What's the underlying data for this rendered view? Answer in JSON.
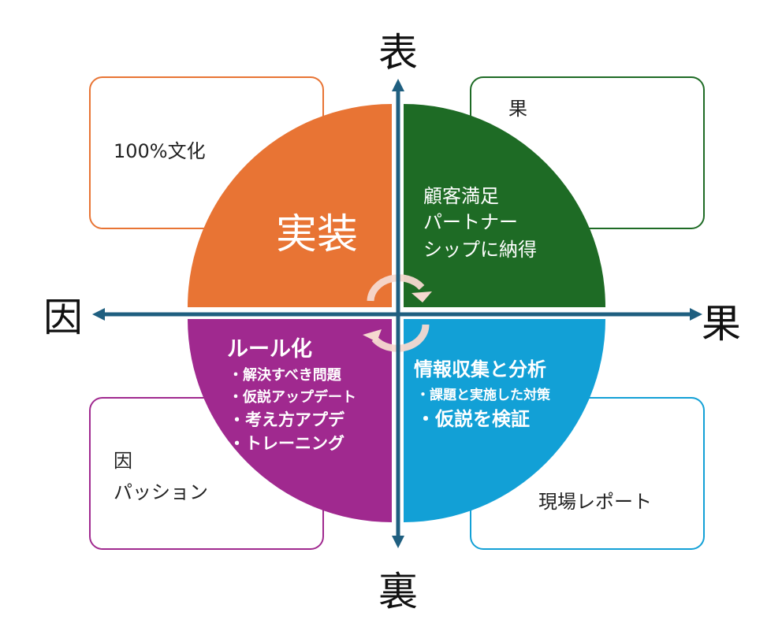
{
  "axes": {
    "top": "表",
    "bottom": "裏",
    "left": "因",
    "right": "果"
  },
  "colors": {
    "orange": "#E87434",
    "green": "#1E6B25",
    "purple": "#A0298F",
    "blue": "#12A0D6",
    "axis": "#1F5F80",
    "cycle": "#F6D9D0"
  },
  "boxes": {
    "top_left": "100%文化",
    "top_right": "果",
    "bottom_left_line1": "因",
    "bottom_left_line2": "パッション",
    "bottom_right": "現場レポート"
  },
  "quadrants": {
    "top_left": {
      "title": "実装"
    },
    "top_right": {
      "lines": [
        "顧客満足",
        "パートナー",
        "シップに納得"
      ]
    },
    "bottom_left": {
      "title": "ルール化",
      "items": [
        "・解決すべき問題",
        "・仮説アップデート",
        "・考え方アプデ",
        "・トレーニング"
      ]
    },
    "bottom_right": {
      "title": "情報収集と分析",
      "items": [
        "・課題と実施した対策",
        "・仮説を検証"
      ]
    }
  }
}
